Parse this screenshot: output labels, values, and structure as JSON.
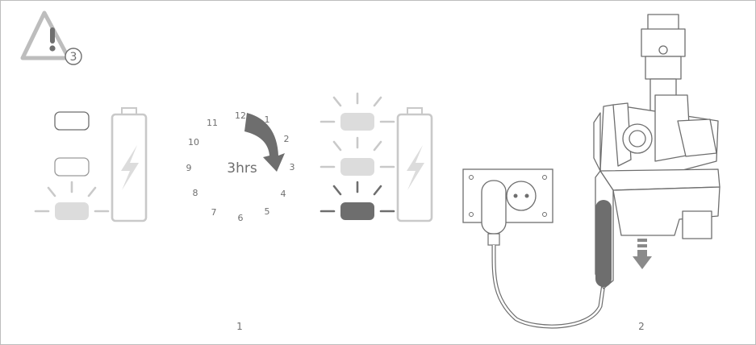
{
  "warning": {
    "number": "3"
  },
  "clock": {
    "hours": [
      "12",
      "1",
      "2",
      "3",
      "4",
      "5",
      "6",
      "7",
      "8",
      "9",
      "10",
      "11"
    ],
    "duration": "3hrs"
  },
  "steps": {
    "step1": "1",
    "step2": "2"
  },
  "icons": {
    "warning": "warning-triangle-icon",
    "battery": "battery-charging-icon",
    "clock_arrow": "clockwise-arrow-icon",
    "down_arrow": "down-arrow-icon"
  },
  "colors": {
    "line": "#c9c9c9",
    "light_led": "#dcdcdc",
    "dark_led": "#6e6e6e",
    "text": "#6f6f6f"
  }
}
